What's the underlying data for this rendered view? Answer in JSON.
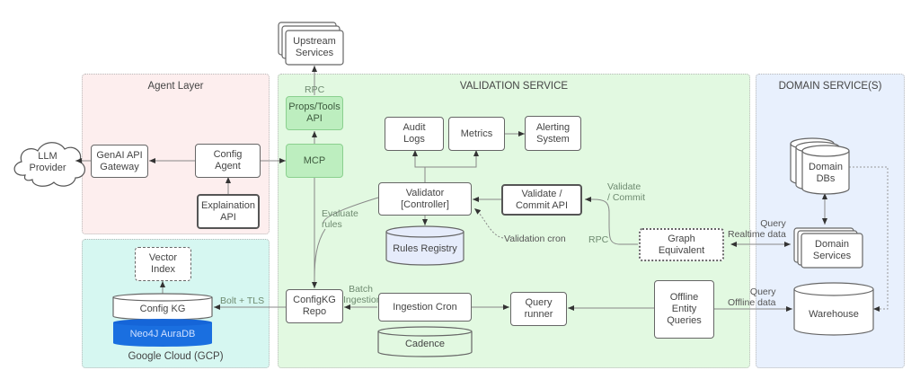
{
  "regions": {
    "agent_layer": {
      "title": "Agent Layer",
      "color": "#fdeeee"
    },
    "gcp": {
      "title": "Google Cloud (GCP)",
      "color": "#d6f7f1"
    },
    "validation_service": {
      "title": "VALIDATION SERVICE",
      "color": "#e2f9e1"
    },
    "domain_services": {
      "title": "DOMAIN SERVICE(S)",
      "color": "#e8f0fd"
    }
  },
  "nodes": {
    "llm_provider": "LLM\nProvider",
    "genai_gateway": "GenAI API\nGateway",
    "config_agent": "Config\nAgent",
    "explanation_api": "Explaination\nAPI",
    "upstream_services": "Upstream\nServices",
    "props_tools_api": "Props/Tools\nAPI",
    "mcp": "MCP",
    "audit_logs": "Audit\nLogs",
    "metrics": "Metrics",
    "alerting_system": "Alerting\nSystem",
    "validator": "Validator\n[Controller]",
    "validate_commit_api": "Validate /\nCommit API",
    "rules_registry": "Rules Registry",
    "graph_equivalent": "Graph\nEquivalent",
    "configkg_repo": "ConfigKG\nRepo",
    "ingestion_cron": "Ingestion Cron",
    "cadence": "Cadence",
    "query_runner": "Query\nrunner",
    "offline_entity_queries": "Offline\nEntity\nQueries",
    "vector_index": "Vector\nIndex",
    "config_kg": "Config KG",
    "neo4j_auradb": "Neo4J AuraDB",
    "domain_dbs": "Domain\nDBs",
    "domain_services": "Domain\nServices",
    "warehouse": "Warehouse"
  },
  "edge_labels": {
    "rpc_upstream": "RPC",
    "evaluate_rules": "Evaluate\nrules",
    "validation_cron": "Validation cron",
    "validate_commit": "Validate\n/ Commit",
    "rpc_graph": "RPC",
    "query_realtime": "Query\nRealtime data",
    "query_offline": "Query\nOffline data",
    "batch_ingestion": "Batch\nIngestion",
    "bolt_tls": "Bolt + TLS"
  },
  "colors": {
    "green_node": "#bdeebf",
    "neo4j_blue": "#1a6fe0",
    "rules_registry_fill": "#e6ecfb"
  }
}
